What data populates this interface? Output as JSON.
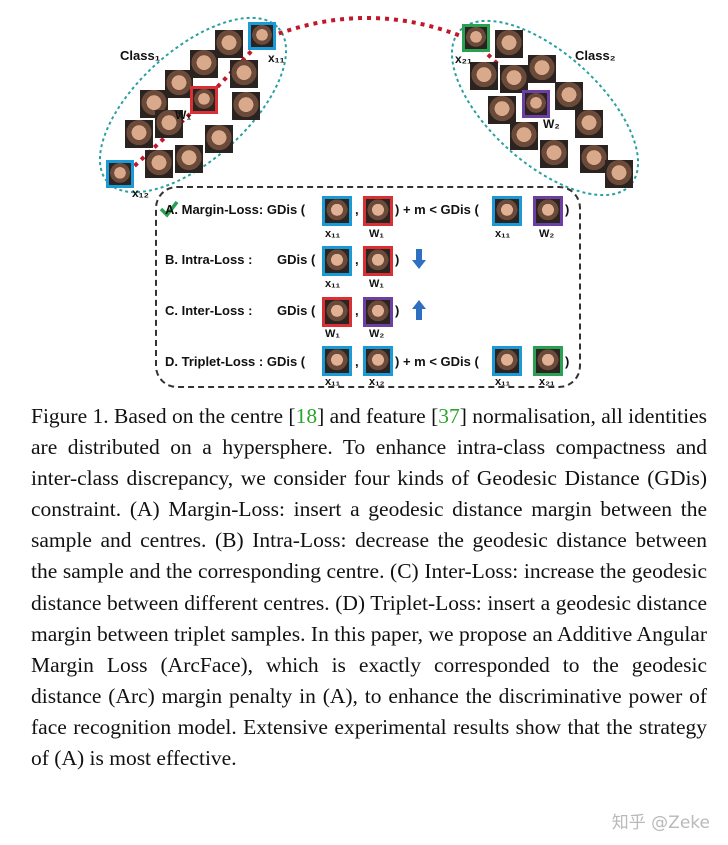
{
  "figure": {
    "class1_label": "Class₁",
    "class2_label": "Class₂",
    "tags": {
      "x11": "x₁₁",
      "x12": "x₁₂",
      "w1": "W₁",
      "x21": "x₂₁",
      "w2": "W₂"
    },
    "rows": [
      {
        "label": "A. Margin-Loss: GDis (",
        "mid": ") + m < GDis (",
        "end": ")",
        "subs": [
          "x₁₁",
          "W₁",
          "x₁₁",
          "W₂"
        ]
      },
      {
        "label": "B. Intra-Loss :",
        "gdis": "GDis (",
        "end": ")",
        "subs": [
          "x₁₁",
          "W₁"
        ],
        "arrow": "down"
      },
      {
        "label": "C. Inter-Loss :",
        "gdis": "GDis (",
        "end": ")",
        "subs": [
          "W₁",
          "W₂"
        ],
        "arrow": "up"
      },
      {
        "label": "D. Triplet-Loss :  GDis (",
        "mid": ") + m < GDis (",
        "end": ")",
        "subs": [
          "x₁₁",
          "x₁₂",
          "x₁₁",
          "x₂₁"
        ]
      }
    ],
    "comma": ",",
    "colors": {
      "sample": "#1a9bd7",
      "centre1": "#d93036",
      "centre2": "#6e3fa3",
      "x21": "#2aa052",
      "link": "#c0182a",
      "ellipse": "#2aa0a0",
      "arrow": "#2f6fc2"
    }
  },
  "caption": {
    "prefix": "Figure 1. Based on the centre [",
    "ref1": "18",
    "mid1": "] and feature [",
    "ref2": "37",
    "rest": "] normalisation, all identities are distributed on a hypersphere. To enhance intra-class compactness and inter-class discrepancy, we consider four kinds of Geodesic Distance (GDis) constraint. (A) Margin-Loss: insert a geodesic distance margin between the sample and centres. (B) Intra-Loss: decrease the geodesic distance between the sample and the corresponding centre. (C) Inter-Loss: increase the geodesic distance between different centres. (D) Triplet-Loss: insert a geodesic distance margin between triplet samples. In this paper, we propose an Additive Angular Margin Loss (ArcFace), which is exactly corresponded to the geodesic distance (Arc) margin penalty in (A), to enhance the discriminative power of face recognition model. Extensive experimental results show that the strategy of (A) is most effective."
  },
  "watermark": "知乎 @Zeke"
}
